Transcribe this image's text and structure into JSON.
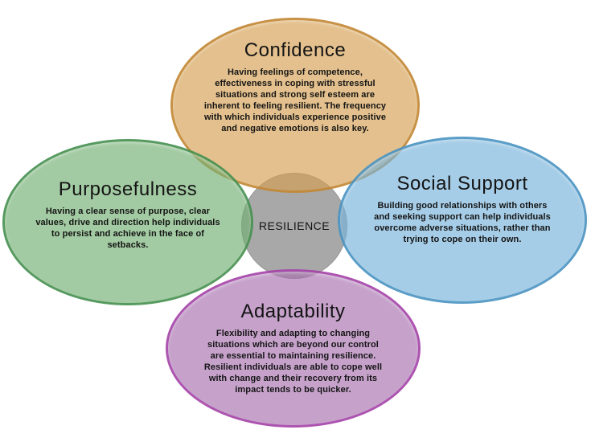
{
  "diagram": {
    "center": {
      "label": "RESILIENCE",
      "fill": "#a8a8a8"
    },
    "nodes": {
      "confidence": {
        "title": "Confidence",
        "description": "Having feelings of competence,\neffectiveness in coping with stressful\nsituations and strong self esteem are\ninherent to feeling resilient. The frequency\nwith which individuals experience positive\nand negative emotions is also key.",
        "fill": "rgba(212,158,80,0.65)",
        "border": "rgba(191,131,47,0.75)",
        "fill_hex": "#e3c08d"
      },
      "purposefulness": {
        "title": "Purposefulness",
        "description": "Having a clear sense of purpose, clear\nvalues, drive and direction help individuals\nto persist and achieve in the face of\nsetbacks.",
        "fill": "rgba(113,175,113,0.65)",
        "border": "rgba(63,139,75,0.75)",
        "fill_hex": "#a3cba3"
      },
      "social_support": {
        "title": "Social Support",
        "description": "Building good relationships with others\nand seeking support can help individuals\novercome adverse situations, rather than\ntrying to cope on their own.",
        "fill": "rgba(118,178,218,0.65)",
        "border": "rgba(66,142,188,0.75)",
        "fill_hex": "#a6cde7"
      },
      "adaptability": {
        "title": "Adaptability",
        "description": "Flexibility and adapting to changing\nsituations which are beyond our control\nare essential to maintaining resilience.\nResilient individuals are able to cope well\nwith change and their recovery from its\nimpact tends to be quicker.",
        "fill": "rgba(167,112,175,0.65)",
        "border": "rgba(166,59,168,0.75)",
        "fill_hex": "#c6a2cb"
      }
    },
    "text_color": "#141414"
  }
}
